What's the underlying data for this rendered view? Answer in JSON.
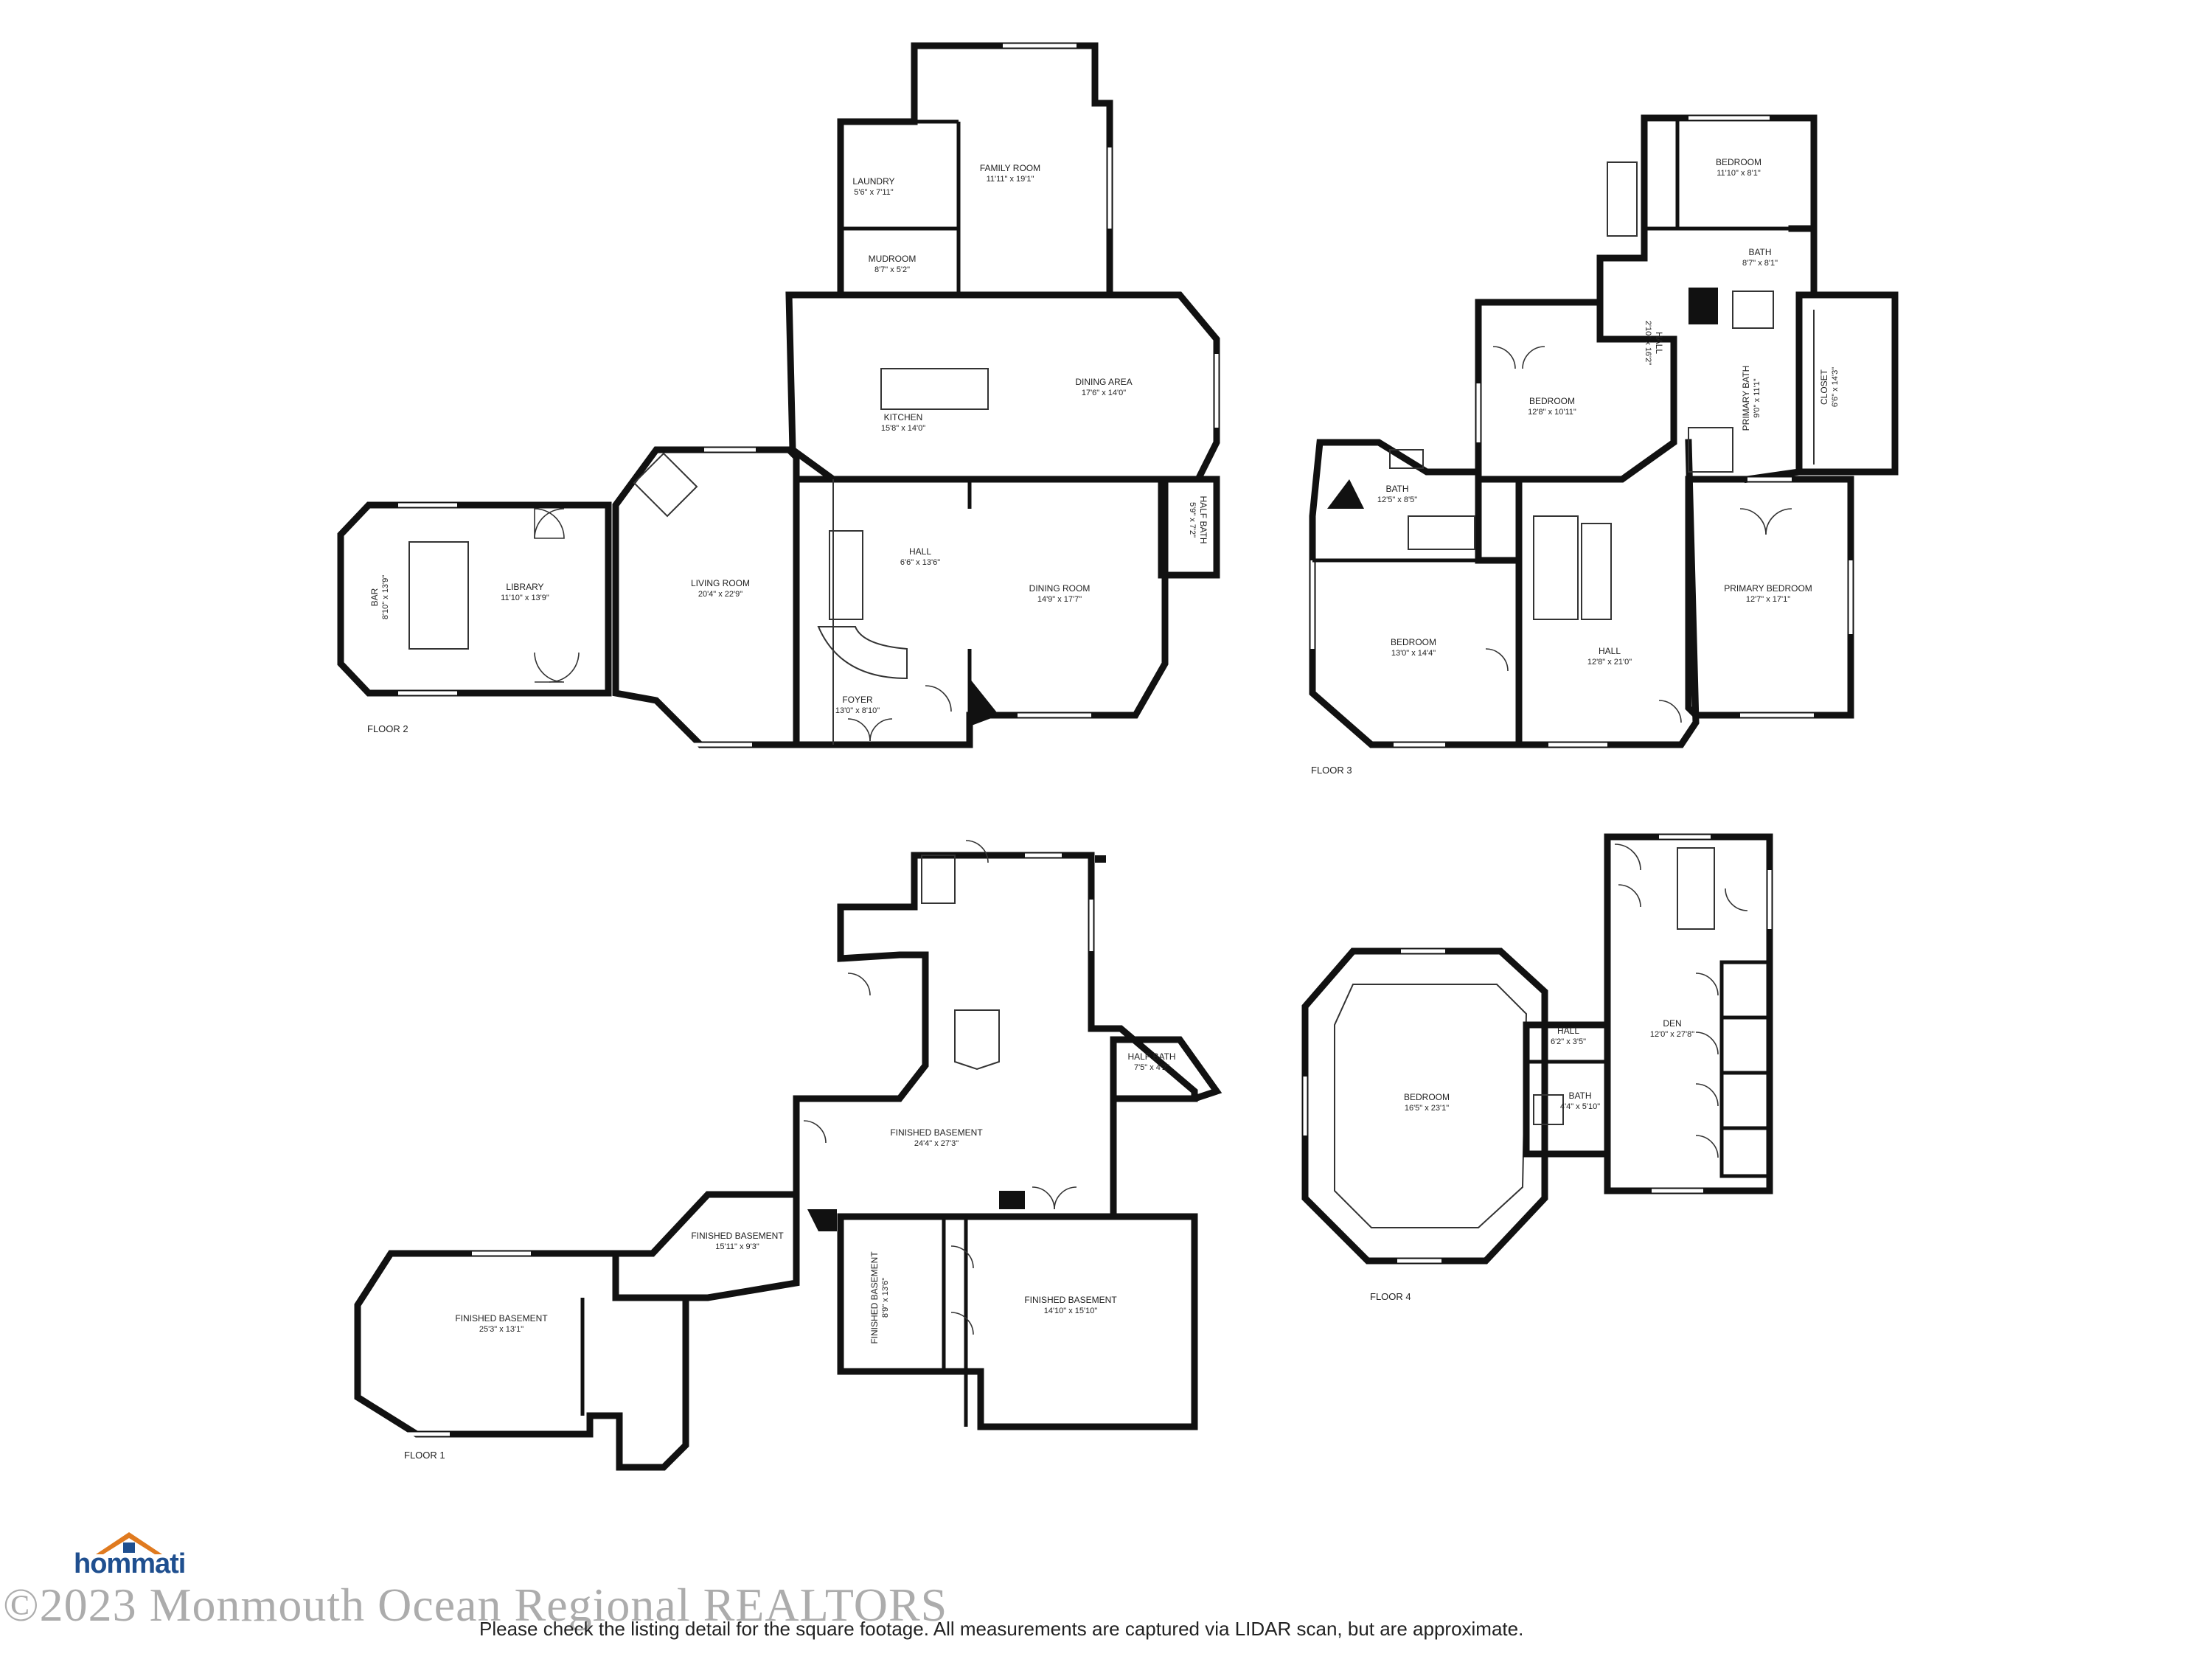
{
  "floors": [
    {
      "label": "FLOOR 1",
      "rooms": [
        {
          "name": "FINISHED BASEMENT",
          "dims": "24'4\" x 27'3\""
        },
        {
          "name": "HALF BATH",
          "dims": "7'5\" x 4'2\""
        },
        {
          "name": "FINISHED BASEMENT",
          "dims": "15'11\" x 9'3\""
        },
        {
          "name": "FINISHED BASEMENT",
          "dims": "25'3\" x 13'1\""
        },
        {
          "name": "FINISHED BASEMENT",
          "dims": "8'9\" x 13'6\""
        },
        {
          "name": "FINISHED BASEMENT",
          "dims": "14'10\" x 15'10\""
        }
      ]
    },
    {
      "label": "FLOOR 2",
      "rooms": [
        {
          "name": "FAMILY ROOM",
          "dims": "11'11\" x 19'1\""
        },
        {
          "name": "LAUNDRY",
          "dims": "5'6\" x 7'11\""
        },
        {
          "name": "MUDROOM",
          "dims": "8'7\" x 5'2\""
        },
        {
          "name": "KITCHEN",
          "dims": "15'8\" x 14'0\""
        },
        {
          "name": "DINING AREA",
          "dims": "17'6\" x 14'0\""
        },
        {
          "name": "LIBRARY",
          "dims": "11'10\" x 13'9\""
        },
        {
          "name": "BAR",
          "dims": "8'10\" x 13'9\""
        },
        {
          "name": "LIVING ROOM",
          "dims": "20'4\" x 22'9\""
        },
        {
          "name": "HALL",
          "dims": "6'6\" x 13'6\""
        },
        {
          "name": "DINING ROOM",
          "dims": "14'9\" x 17'7\""
        },
        {
          "name": "HALF BATH",
          "dims": "5'9\" x 7'2\""
        },
        {
          "name": "FOYER",
          "dims": "13'0\" x 8'10\""
        }
      ]
    },
    {
      "label": "FLOOR 3",
      "rooms": [
        {
          "name": "BEDROOM",
          "dims": "11'10\" x 8'1\""
        },
        {
          "name": "BATH",
          "dims": "8'7\" x 8'1\""
        },
        {
          "name": "HALL",
          "dims": "2'10\" x 16'2\""
        },
        {
          "name": "CLOSET",
          "dims": "6'6\" x 14'3\""
        },
        {
          "name": "PRIMARY BATH",
          "dims": "9'0\" x 11'1\""
        },
        {
          "name": "BEDROOM",
          "dims": "12'8\" x 10'11\""
        },
        {
          "name": "BATH",
          "dims": "12'5\" x 8'5\""
        },
        {
          "name": "BEDROOM",
          "dims": "13'0\" x 14'4\""
        },
        {
          "name": "HALL",
          "dims": "12'8\" x 21'0\""
        },
        {
          "name": "PRIMARY BEDROOM",
          "dims": "12'7\" x 17'1\""
        }
      ]
    },
    {
      "label": "FLOOR 4",
      "rooms": [
        {
          "name": "BEDROOM",
          "dims": "16'5\" x 23'1\""
        },
        {
          "name": "HALL",
          "dims": "6'2\" x 3'5\""
        },
        {
          "name": "DEN",
          "dims": "12'0\" x 27'8\""
        },
        {
          "name": "BATH",
          "dims": "4'4\" x 5'10\""
        }
      ]
    }
  ],
  "logo": {
    "text": "hommati"
  },
  "watermark": "©2023 Monmouth Ocean Regional REALTORS",
  "disclaimer": "Please check the listing detail for the square footage. All measurements are captured via LIDAR scan, but are approximate."
}
